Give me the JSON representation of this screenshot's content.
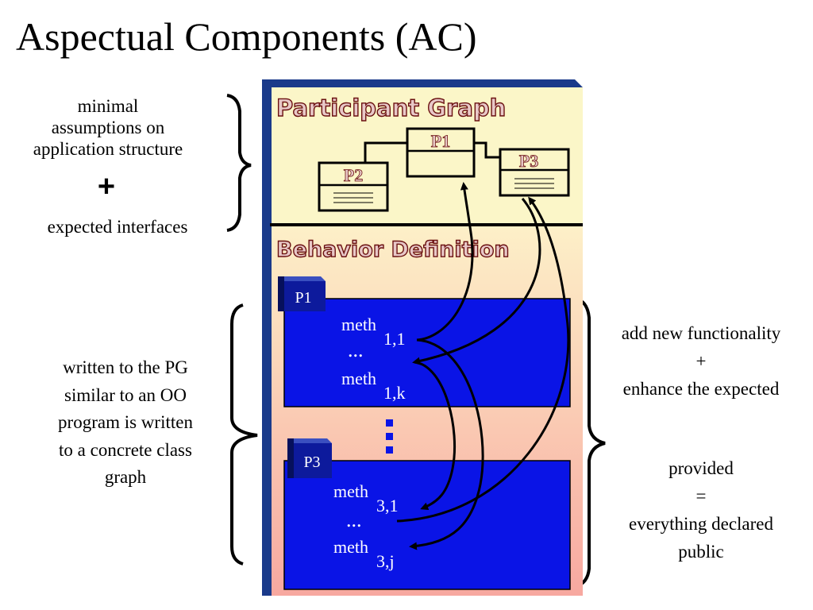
{
  "title": "Aspectual Components (AC)",
  "left_notes": {
    "assumptions": [
      "minimal",
      "assumptions on",
      "application structure"
    ],
    "plus": "+",
    "interfaces": "expected  interfaces",
    "written": [
      "written  to the  PG",
      "similar  to an OO",
      "program  is written",
      "to a  concrete  class",
      "graph"
    ]
  },
  "right_notes": {
    "functionality": [
      "add new functionality",
      "+",
      "enhance the expected"
    ],
    "provided": [
      "provided",
      "=",
      "everything declared",
      "public"
    ]
  },
  "panel": {
    "participant_graph_label": "Participant Graph",
    "behavior_definition_label": "Behavior Definition",
    "participants": {
      "p1": "P1",
      "p2": "P2",
      "p3": "P3"
    },
    "tabs": {
      "p1": "P1",
      "p3": "P3"
    },
    "methods": {
      "m11_base": "meth",
      "m11_sub": "1,1",
      "m1k_base": "meth",
      "m1k_sub": "1,k",
      "m31_base": "meth",
      "m31_sub": "3,1",
      "m3j_base": "meth",
      "m3j_sub": "3,j",
      "ellipsis": "..."
    }
  },
  "colors": {
    "method_block": "#0a14e6",
    "tab": "#0d1a9c",
    "panel_frame": "#1a3a8a",
    "pg_background": "#fbf6c8",
    "behavior_gradient_top": "#fdf0c8",
    "behavior_gradient_bottom": "#f7a8a0",
    "label_text": "#e8c8c8",
    "label_stroke": "#6a1010"
  }
}
